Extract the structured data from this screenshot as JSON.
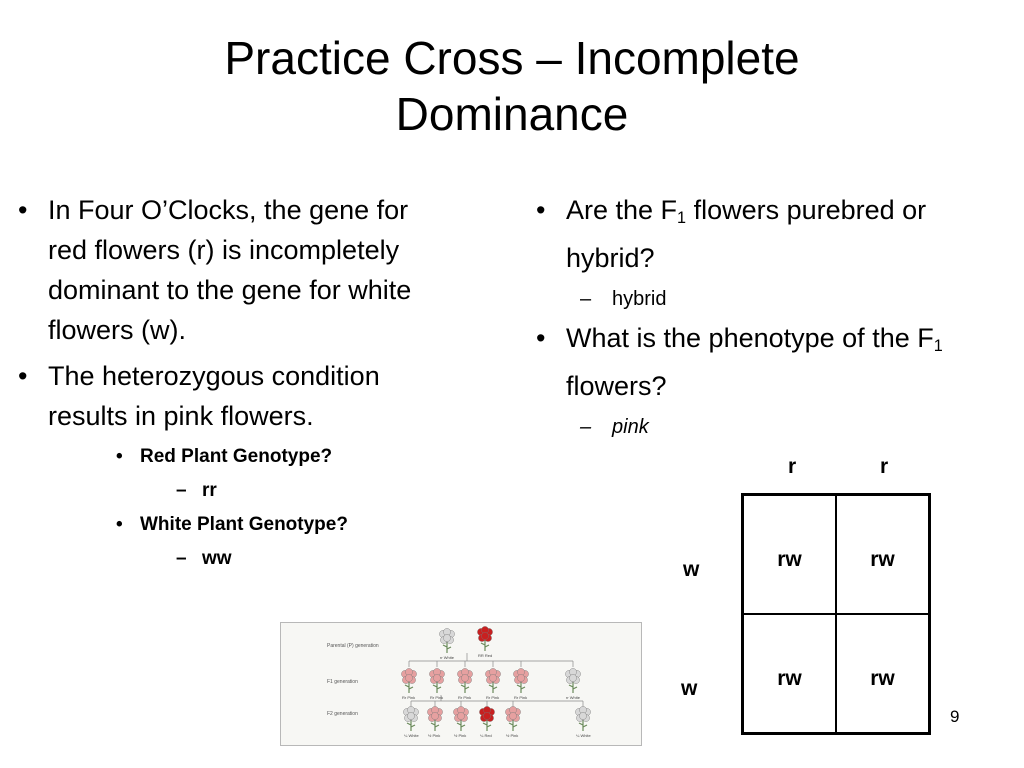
{
  "slide": {
    "title_line1": "Practice Cross – Incomplete",
    "title_line2": "Dominance",
    "page_number": "9"
  },
  "left": {
    "bullet1": "In Four O’Clocks, the gene for red flowers (r) is incompletely dominant to the gene for white flowers (w).",
    "bullet2": "The heterozygous condition results in pink flowers.",
    "q1": "Red Plant Genotype?",
    "a1": "rr",
    "q2": "White Plant Genotype?",
    "a2": "ww"
  },
  "right": {
    "q1_pre": "Are the F",
    "q1_sub": "1",
    "q1_post": " flowers purebred or hybrid?",
    "a1": "hybrid",
    "q2_pre": "What is the phenotype of the F",
    "q2_sub": "1",
    "q2_post": " flowers?",
    "a2": "pink"
  },
  "punnett": {
    "col_headers": [
      "r",
      "r"
    ],
    "row_headers": [
      "w",
      "w"
    ],
    "cells": [
      [
        "rw",
        "rw"
      ],
      [
        "rw",
        "rw"
      ]
    ]
  },
  "figure": {
    "row_labels": [
      "Parental (P) generation",
      "F1 generation",
      "F2 generation"
    ],
    "p_labels": [
      "rr White",
      "RR Red"
    ],
    "f1_labels": [
      "Rr Pink",
      "Rr Pink",
      "Rr Pink",
      "Rr Pink",
      "Rr Pink",
      "rr White"
    ],
    "f2_labels": [
      "¼ White",
      "½ Pink",
      "½ Pink",
      "¼ Red",
      "½ Pink",
      "¼ White"
    ],
    "colors": {
      "white_flower": "#d8d8d8",
      "pink_flower": "#e6a0a0",
      "red_flower": "#c82020",
      "leaf": "#6a8a5a"
    }
  }
}
